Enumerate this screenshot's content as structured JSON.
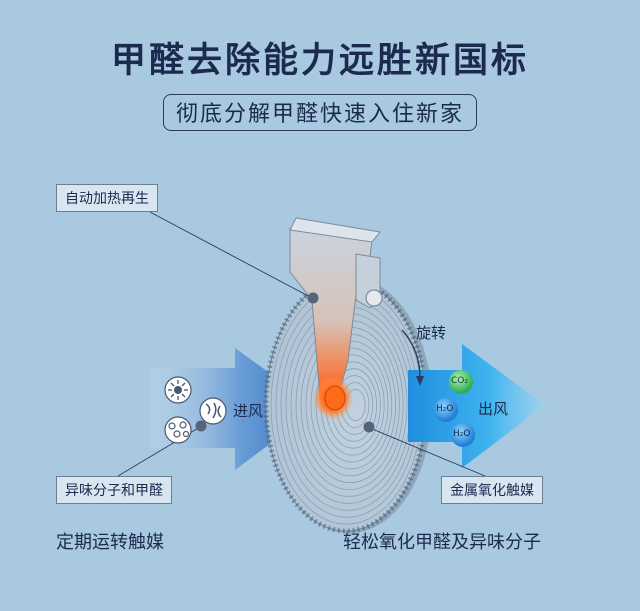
{
  "title": "甲醛去除能力远胜新国标",
  "subtitle": "彻底分解甲醛快速入住新家",
  "callouts": {
    "auto_heat": "自动加热再生",
    "odor_molecules": "异味分子和甲醛",
    "metal_oxide": "金属氧化触媒"
  },
  "labels": {
    "air_in": "进风",
    "air_out": "出风",
    "rotation": "旋转"
  },
  "molecules": {
    "co2": "CO₂",
    "h2o_a": "H₂O",
    "h2o_b": "H₂O"
  },
  "captions": {
    "left": "定期运转触媒",
    "right": "轻松氧化甲醛及异味分子"
  },
  "colors": {
    "background": "#a9c9e0",
    "text": "#1b2a4e",
    "arrow_in": "#3f7cc8",
    "arrow_out": "#2aa0e6",
    "heat": "#ff6a1a",
    "co2_molecule": "#4cc36a",
    "h2o_molecule": "#2f8fe0"
  }
}
